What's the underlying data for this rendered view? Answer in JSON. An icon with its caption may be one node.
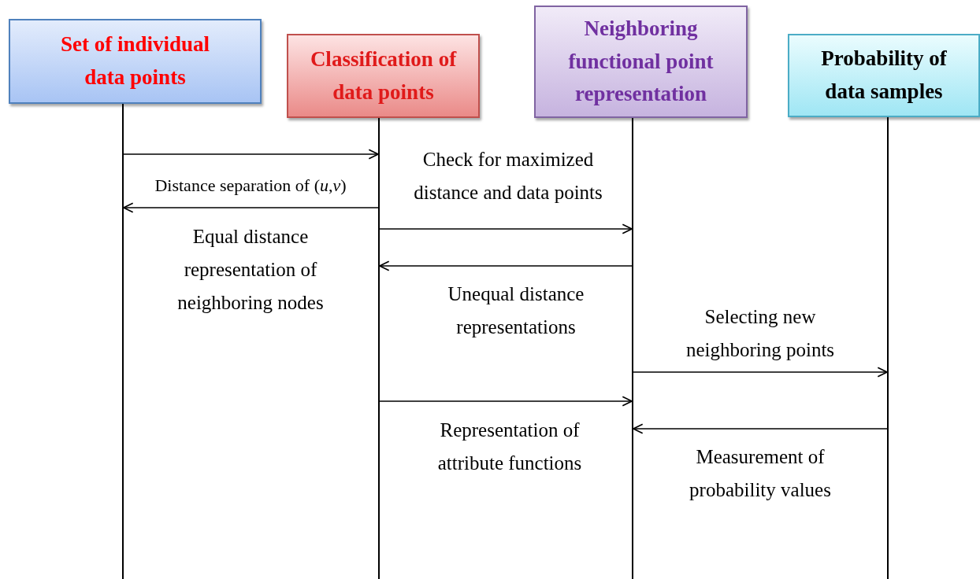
{
  "diagram": {
    "nodes": [
      {
        "text": [
          "Set of individual data points"
        ]
      },
      {
        "text": [
          "Classification of data points"
        ]
      },
      {
        "text": [
          "Neighboring functional point representation"
        ]
      },
      {
        "text": [
          "Probability of data samples"
        ]
      },
      {
        "text": [],
        "shape": "bar"
      },
      {
        "text": [],
        "shape": "bar"
      },
      {
        "text": [],
        "shape": "bar"
      },
      {
        "text": [],
        "shape": "bar"
      }
    ],
    "edges": [
      {
        "from": 4,
        "to": 5,
        "arrow": "to",
        "label": "Distance separation of (*u*,*v*)"
      },
      {
        "from": 5,
        "to": 4,
        "arrow": "to",
        "label": "Equal distance representation of neighboring nodes"
      },
      {
        "from": 5,
        "to": 6,
        "arrow": "to",
        "label": "Check for maximized distance and data points"
      },
      {
        "from": 6,
        "to": 5,
        "arrow": "to",
        "label": "Unequal distance representations"
      },
      {
        "from": 6,
        "to": 7,
        "arrow": "to",
        "label": "Selecting new neighboring points"
      },
      {
        "from": 5,
        "to": 6,
        "arrow": "to",
        "label": "Representation of attribute functions"
      },
      {
        "from": 7,
        "to": 6,
        "arrow": "to",
        "label": "Measurement of probability values"
      }
    ]
  }
}
